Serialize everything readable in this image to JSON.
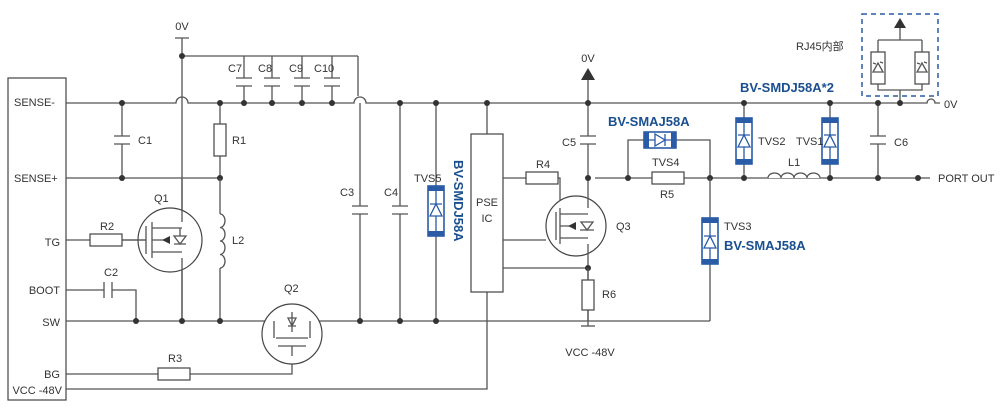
{
  "pins": {
    "sense_minus": "SENSE-",
    "sense_plus": "SENSE+",
    "tg": "TG",
    "boot": "BOOT",
    "sw": "SW",
    "bg": "BG",
    "vcc": "VCC -48V"
  },
  "components": {
    "c1": "C1",
    "c2": "C2",
    "c3": "C3",
    "c4": "C4",
    "c5": "C5",
    "c6": "C6",
    "c7": "C7",
    "c8": "C8",
    "c9": "C9",
    "c10": "C10",
    "r1": "R1",
    "r2": "R2",
    "r3": "R3",
    "r4": "R4",
    "r5": "R5",
    "r6": "R6",
    "l1": "L1",
    "l2": "L2",
    "q1": "Q1",
    "q2": "Q2",
    "q3": "Q3",
    "tvs1": "TVS1",
    "tvs2": "TVS2",
    "tvs3": "TVS3",
    "tvs4": "TVS4",
    "tvs5": "TVS5",
    "pse_line1": "PSE",
    "pse_line2": "IC"
  },
  "nets": {
    "zero_v_top": "0V",
    "zero_v_mid": "0V",
    "zero_v_right": "0V",
    "vcc_bottom": "VCC -48V",
    "port_out": "PORT OUT",
    "rj45": "RJ45内部"
  },
  "parts": {
    "smdj_vertical": "BV-SMDJ58A",
    "smaj_tvs4": "BV-SMAJ58A",
    "smdj_double": "BV-SMDJ58A*2",
    "smaj_tvs3": "BV-SMAJ58A"
  },
  "colors": {
    "accent": "#1a4f8f",
    "tvs": "#2a5ba6",
    "wire": "#555555"
  }
}
